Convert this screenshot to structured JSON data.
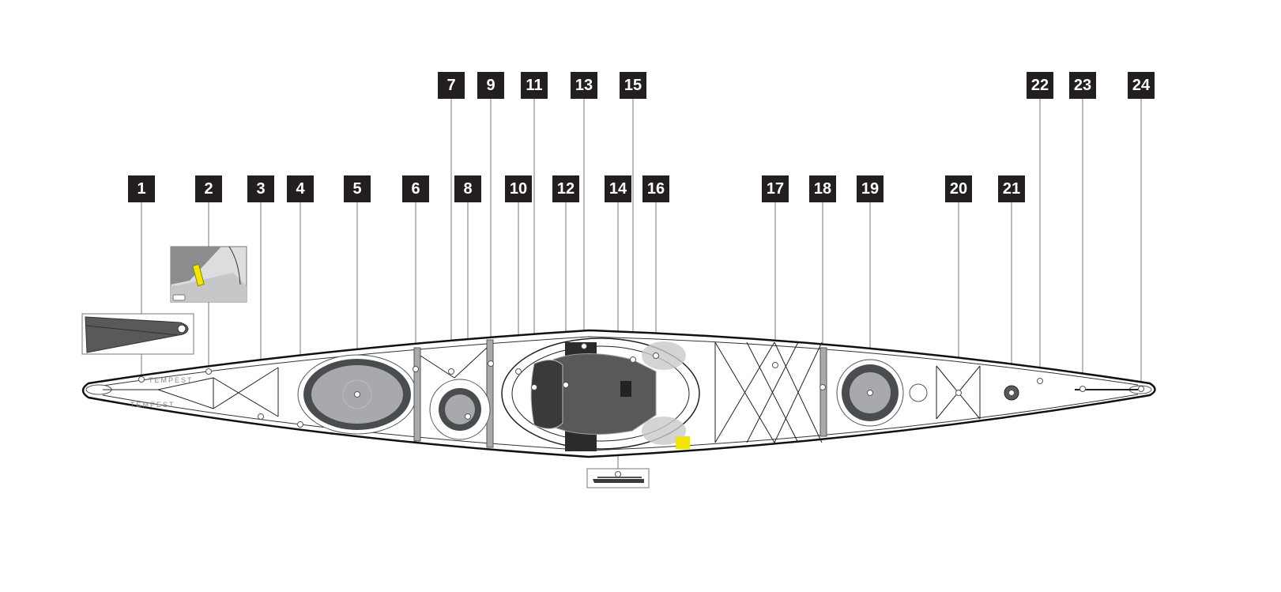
{
  "callouts": [
    {
      "label": "1"
    },
    {
      "label": "2"
    },
    {
      "label": "3"
    },
    {
      "label": "4"
    },
    {
      "label": "5"
    },
    {
      "label": "6"
    },
    {
      "label": "7"
    },
    {
      "label": "8"
    },
    {
      "label": "9"
    },
    {
      "label": "10"
    },
    {
      "label": "11"
    },
    {
      "label": "12"
    },
    {
      "label": "13"
    },
    {
      "label": "14"
    },
    {
      "label": "15"
    },
    {
      "label": "16"
    },
    {
      "label": "17"
    },
    {
      "label": "18"
    },
    {
      "label": "19"
    },
    {
      "label": "20"
    },
    {
      "label": "21"
    },
    {
      "label": "22"
    },
    {
      "label": "23"
    },
    {
      "label": "24"
    }
  ],
  "branding": {
    "model_name": "TEMPEST"
  },
  "colors": {
    "callout_bg": "#231f20",
    "hull_line": "#111111",
    "hatch_dark": "#4a4d4f",
    "hatch_light": "#a7a9ac",
    "seat": "#3a3a3c",
    "accent_yellow": "#f2e600"
  }
}
